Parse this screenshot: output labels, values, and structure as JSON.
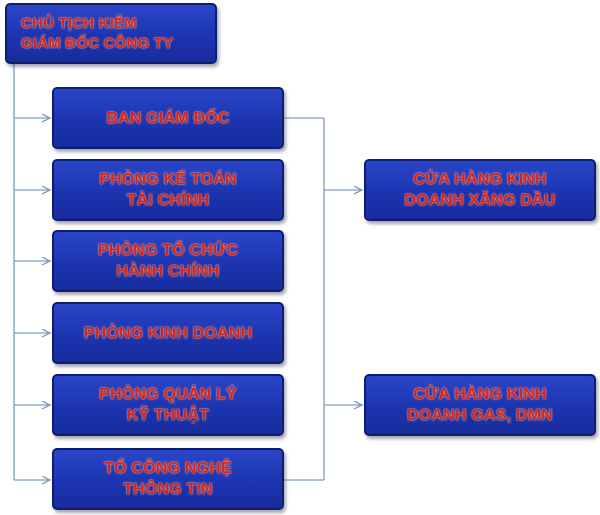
{
  "chart": {
    "title": "CHỦ TỊCH KIÊM\nGIÁM ĐỐC CÔNG TY"
  },
  "departments": [
    {
      "label": "BAN GIÁM ĐỐC"
    },
    {
      "label": "PHÒNG KẾ TOÁN\nTÀI CHÍNH"
    },
    {
      "label": "PHÒNG TỔ CHỨC\nHÀNH CHÍNH"
    },
    {
      "label": "PHÒNG KINH DOANH"
    },
    {
      "label": "PHÒNG QUẢN LÝ\nKỸ THUẬT"
    },
    {
      "label": "TỔ CÔNG NGHỆ\nTHÔNG TIN"
    }
  ],
  "stores": [
    {
      "label": "CỬA HÀNG KINH\nDOANH XĂNG DẦU"
    },
    {
      "label": "CỬA HÀNG KINH\nDOANH GAS, DMN"
    }
  ],
  "colors": {
    "box_fill": "#1c34b0",
    "box_border": "#0e1d6e",
    "label_text": "#d2241c",
    "connector": "#7d9bc7"
  }
}
